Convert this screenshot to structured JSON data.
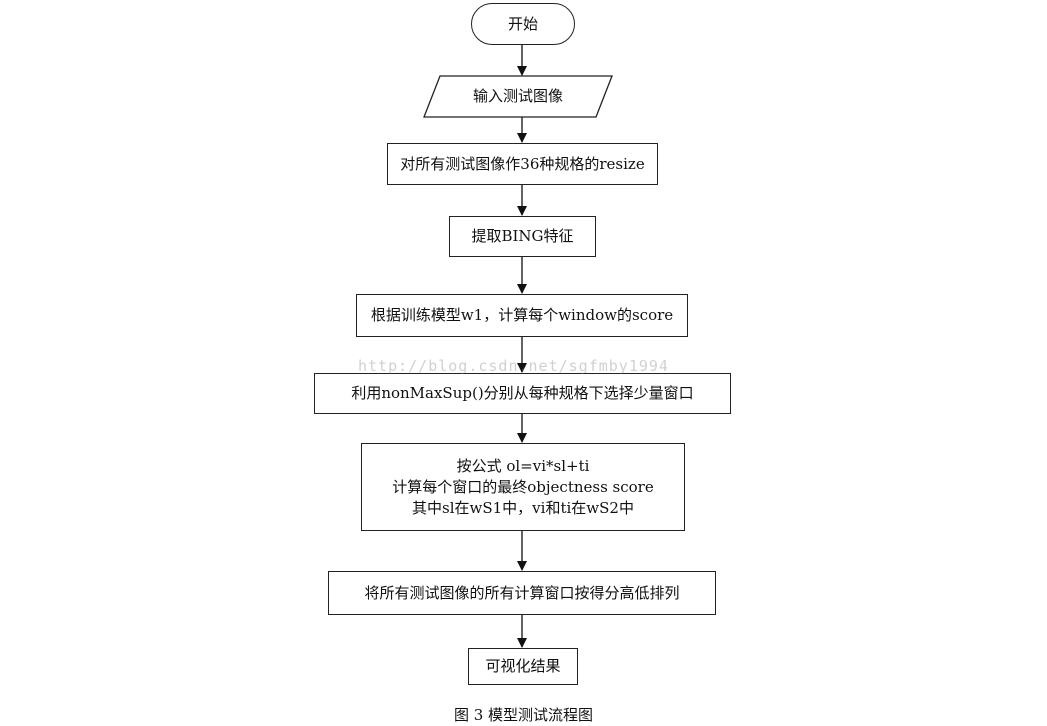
{
  "nodes": {
    "start": "开始",
    "input": "输入测试图像",
    "resize": "对所有测试图像作36种规格的resize",
    "bing": "提取BING特征",
    "score": "根据训练模型w1，计算每个window的score",
    "nms": "利用nonMaxSup()分别从每种规格下选择少量窗口",
    "formula": {
      "line1": "按公式  ol=vi*sl+ti",
      "line2": "计算每个窗口的最终objectness score",
      "line3": "其中sl在wS1中，vi和ti在wS2中"
    },
    "rank": "将所有测试图像的所有计算窗口按得分高低排列",
    "visualize": "可视化结果"
  },
  "caption": "图 3  模型测试流程图",
  "watermark": "http://blog.csdn.net/sgfmby1994"
}
